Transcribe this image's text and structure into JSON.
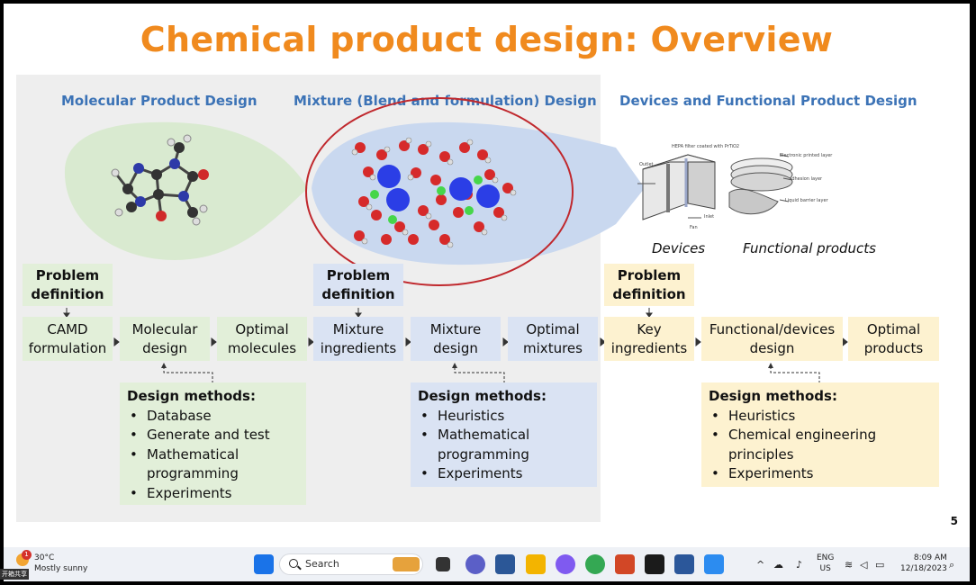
{
  "slide": {
    "title": "Chemical product design: Overview",
    "page_number": "5",
    "sections": {
      "molecular": "Molecular Product Design",
      "mixture": "Mixture (Blend and formulation) Design",
      "devices": "Devices and Functional Product Design"
    },
    "device_labels": {
      "devices": "Devices",
      "functional": "Functional products"
    },
    "device_figure_text": {
      "outlet": "Outlet",
      "hepa": "HEPA filter coated with PrTiO2",
      "inlet": "Inlet",
      "fan": "Fan",
      "printed": "Electronic printed layer",
      "adhesion": "Adhesion layer",
      "barrier": "Liquid barrier layer"
    },
    "problem_definition": "Problem definition",
    "flow": {
      "molecular": [
        "CAMD formulation",
        "Molecular design",
        "Optimal molecules"
      ],
      "mixture": [
        "Mixture ingredients",
        "Mixture design",
        "Optimal mixtures"
      ],
      "devices": [
        "Key ingredients",
        "Functional/devices design",
        "Optimal products"
      ]
    },
    "methods": {
      "heading": "Design methods:",
      "molecular": [
        "Database",
        "Generate and test",
        "Mathematical programming",
        "Experiments"
      ],
      "mixture": [
        "Heuristics",
        "Mathematical programming",
        "Experiments"
      ],
      "devices": [
        "Heuristics",
        "Chemical engineering principles",
        "Experiments"
      ]
    },
    "colors": {
      "title": "#f08a1e",
      "section_heading": "#3c73b6",
      "green": "#e2efd9",
      "blue": "#dae3f3",
      "yellow": "#fdf2d0",
      "annotation_circle": "#c0282d"
    }
  },
  "taskbar": {
    "weather": {
      "temp": "30°C",
      "condition": "Mostly sunny",
      "badge": "1"
    },
    "search_placeholder": "Search",
    "apps": [
      "windows-start-icon",
      "search-icon",
      "widgets-icon",
      "task-view-icon",
      "chat-icon",
      "store-icon",
      "file-explorer-icon",
      "copilot-icon",
      "chrome-icon",
      "powerpoint-icon",
      "acrobat-icon",
      "word-icon",
      "whiteboard-icon"
    ],
    "tray": {
      "lang_top": "ENG",
      "lang_bottom": "US",
      "time": "8:09 AM",
      "date": "12/18/2023"
    }
  },
  "corner_tag": "开箱共享"
}
